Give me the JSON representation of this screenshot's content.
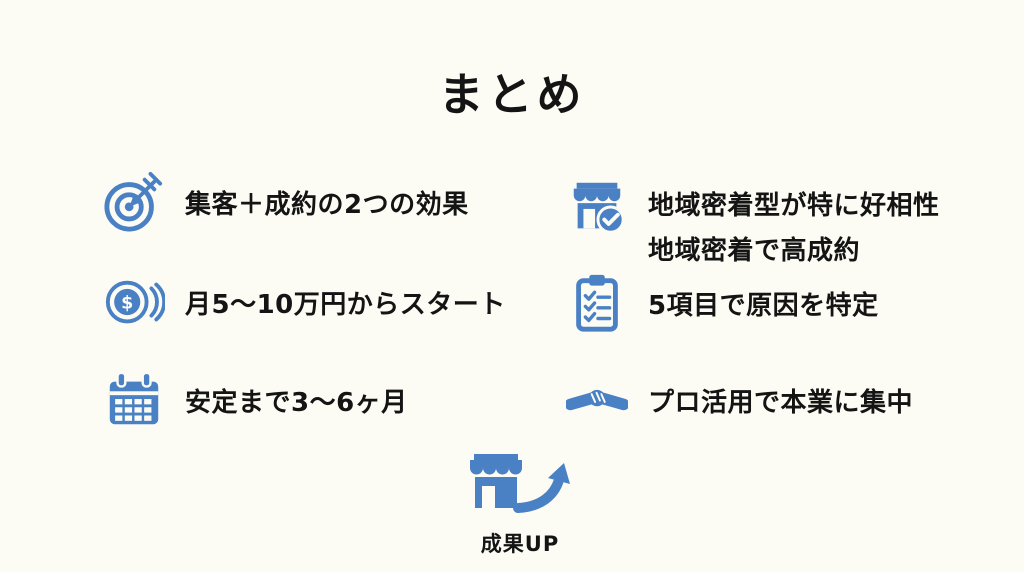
{
  "page": {
    "title": "まとめ"
  },
  "colors": {
    "accent": "#4A80C4",
    "text": "#141414",
    "background": "#FCFCF5"
  },
  "left_items": [
    {
      "icon": "dartboard-target-icon",
      "label": "集客＋成約の2つの効果"
    },
    {
      "icon": "dollar-coin-icon",
      "label": "月5〜10万円からスタート"
    },
    {
      "icon": "calendar-icon",
      "label": "安定まで3〜6ヶ月"
    }
  ],
  "right_items": [
    {
      "icon": "storefront-check-icon",
      "label_line1": "地域密着型が特に好相性",
      "label_line2": "地域密着で高成約"
    },
    {
      "icon": "checklist-clipboard-icon",
      "label": "5項目で原因を特定"
    },
    {
      "icon": "handshake-icon",
      "label": "プロ活用で本業に集中"
    }
  ],
  "footer": {
    "icon": "storefront-growth-arrow-icon",
    "label": "成果UP"
  }
}
